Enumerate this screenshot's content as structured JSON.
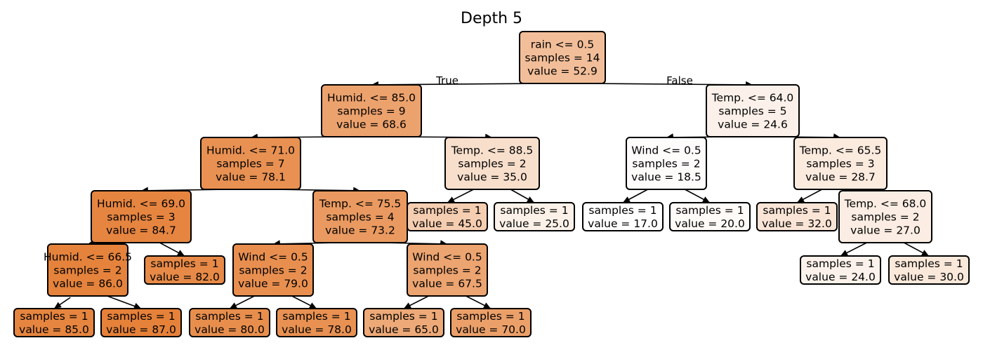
{
  "title": "Depth 5",
  "edge_labels": {
    "true_label": "True",
    "false_label": "False"
  },
  "colors": {
    "leaf_low": "#ffffff",
    "leaf_high": "#e58139",
    "border": "#000000",
    "edge": "#000000"
  },
  "value_range": [
    17.0,
    87.0
  ],
  "nodes": [
    {
      "id": "n0",
      "lines": [
        "rain <= 0.5",
        "samples = 14",
        "value = 52.9"
      ],
      "value": 52.9
    },
    {
      "id": "n1",
      "lines": [
        "Humid. <= 85.0",
        "samples = 9",
        "value = 68.6"
      ],
      "value": 68.6
    },
    {
      "id": "n2",
      "lines": [
        "Humid. <= 71.0",
        "samples = 7",
        "value = 78.1"
      ],
      "value": 78.1
    },
    {
      "id": "n3",
      "lines": [
        "Humid. <= 69.0",
        "samples = 3",
        "value = 84.7"
      ],
      "value": 84.7
    },
    {
      "id": "n4",
      "lines": [
        "Humid. <= 66.5",
        "samples = 2",
        "value = 86.0"
      ],
      "value": 86.0
    },
    {
      "id": "n5",
      "lines": [
        "samples = 1",
        "value = 85.0"
      ],
      "value": 85.0
    },
    {
      "id": "n6",
      "lines": [
        "samples = 1",
        "value = 87.0"
      ],
      "value": 87.0
    },
    {
      "id": "n7",
      "lines": [
        "samples = 1",
        "value = 82.0"
      ],
      "value": 82.0
    },
    {
      "id": "n8",
      "lines": [
        "Temp. <= 75.5",
        "samples = 4",
        "value = 73.2"
      ],
      "value": 73.2
    },
    {
      "id": "n9",
      "lines": [
        "Wind <= 0.5",
        "samples = 2",
        "value = 79.0"
      ],
      "value": 79.0
    },
    {
      "id": "n10",
      "lines": [
        "samples = 1",
        "value = 80.0"
      ],
      "value": 80.0
    },
    {
      "id": "n11",
      "lines": [
        "samples = 1",
        "value = 78.0"
      ],
      "value": 78.0
    },
    {
      "id": "n12",
      "lines": [
        "Wind <= 0.5",
        "samples = 2",
        "value = 67.5"
      ],
      "value": 67.5
    },
    {
      "id": "n13",
      "lines": [
        "samples = 1",
        "value = 65.0"
      ],
      "value": 65.0
    },
    {
      "id": "n14",
      "lines": [
        "samples = 1",
        "value = 70.0"
      ],
      "value": 70.0
    },
    {
      "id": "n15",
      "lines": [
        "Temp. <= 88.5",
        "samples = 2",
        "value = 35.0"
      ],
      "value": 35.0
    },
    {
      "id": "n16",
      "lines": [
        "samples = 1",
        "value = 45.0"
      ],
      "value": 45.0
    },
    {
      "id": "n17",
      "lines": [
        "samples = 1",
        "value = 25.0"
      ],
      "value": 25.0
    },
    {
      "id": "n18",
      "lines": [
        "Temp. <= 64.0",
        "samples = 5",
        "value = 24.6"
      ],
      "value": 24.6
    },
    {
      "id": "n19",
      "lines": [
        "Wind <= 0.5",
        "samples = 2",
        "value = 18.5"
      ],
      "value": 18.5
    },
    {
      "id": "n20",
      "lines": [
        "samples = 1",
        "value = 17.0"
      ],
      "value": 17.0
    },
    {
      "id": "n21",
      "lines": [
        "samples = 1",
        "value = 20.0"
      ],
      "value": 20.0
    },
    {
      "id": "n22",
      "lines": [
        "Temp. <= 65.5",
        "samples = 3",
        "value = 28.7"
      ],
      "value": 28.7
    },
    {
      "id": "n23",
      "lines": [
        "samples = 1",
        "value = 32.0"
      ],
      "value": 32.0
    },
    {
      "id": "n24",
      "lines": [
        "Temp. <= 68.0",
        "samples = 2",
        "value = 27.0"
      ],
      "value": 27.0
    },
    {
      "id": "n25",
      "lines": [
        "samples = 1",
        "value = 24.0"
      ],
      "value": 24.0
    },
    {
      "id": "n26",
      "lines": [
        "samples = 1",
        "value = 30.0"
      ],
      "value": 30.0
    }
  ],
  "edges": [
    [
      "n0",
      "n1"
    ],
    [
      "n0",
      "n18"
    ],
    [
      "n1",
      "n2"
    ],
    [
      "n1",
      "n15"
    ],
    [
      "n2",
      "n3"
    ],
    [
      "n2",
      "n8"
    ],
    [
      "n3",
      "n4"
    ],
    [
      "n3",
      "n7"
    ],
    [
      "n4",
      "n5"
    ],
    [
      "n4",
      "n6"
    ],
    [
      "n8",
      "n9"
    ],
    [
      "n8",
      "n12"
    ],
    [
      "n9",
      "n10"
    ],
    [
      "n9",
      "n11"
    ],
    [
      "n12",
      "n13"
    ],
    [
      "n12",
      "n14"
    ],
    [
      "n15",
      "n16"
    ],
    [
      "n15",
      "n17"
    ],
    [
      "n18",
      "n19"
    ],
    [
      "n18",
      "n22"
    ],
    [
      "n19",
      "n20"
    ],
    [
      "n19",
      "n21"
    ],
    [
      "n22",
      "n23"
    ],
    [
      "n22",
      "n24"
    ],
    [
      "n24",
      "n25"
    ],
    [
      "n24",
      "n26"
    ]
  ]
}
